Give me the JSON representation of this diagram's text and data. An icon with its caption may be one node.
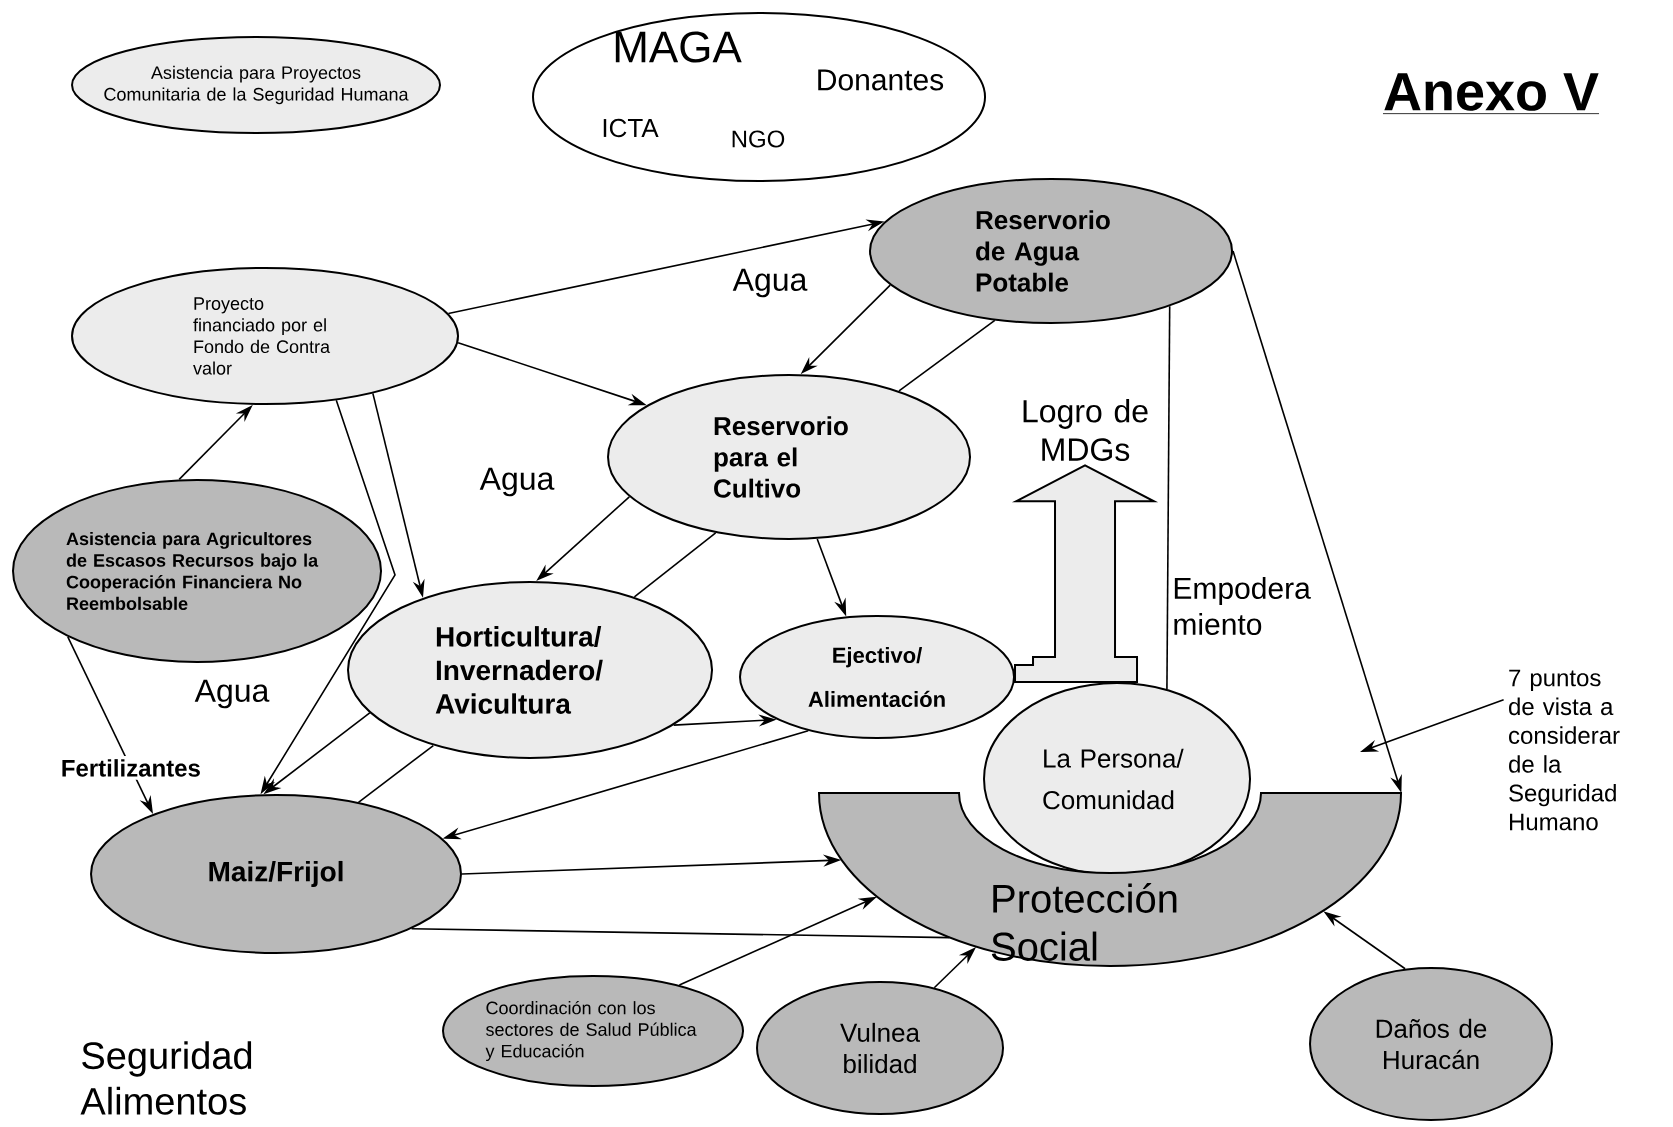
{
  "diagram": {
    "title": "Anexo V",
    "nodes": [
      {
        "text": [
          "Asistencia para Proyectos Comunitaria de la Seguridad Humana"
        ]
      },
      {
        "text": [
          "MAGA",
          "Donantes",
          "ICTA",
          "NGO"
        ]
      },
      {
        "text": [
          "Reservorio de Agua Potable"
        ]
      },
      {
        "text": [
          "Proyecto financiado por el Fondo de Contra valor"
        ]
      },
      {
        "text": [
          "Reservorio para el Cultivo"
        ]
      },
      {
        "text": [
          "Asistencia para Agricultores de Escasos Recursos bajo la Cooperación Financiera No Reembolsable"
        ]
      },
      {
        "text": [
          "Horticultura/ Invernadero/ Avicultura"
        ]
      },
      {
        "text": [
          "Ejectivo/ Alimentación"
        ]
      },
      {
        "text": [
          "La Persona/ Comunidad"
        ]
      },
      {
        "text": [
          "Protección Social"
        ]
      },
      {
        "text": [
          "Maiz/Frijol"
        ]
      },
      {
        "text": [
          "Coordinación con los sectores de Salud Pública y Educación"
        ]
      },
      {
        "text": [
          "Vulnea bilidad"
        ]
      },
      {
        "text": [
          "Daños de Huracán"
        ]
      },
      {
        "text": [
          "Logro de MDGs"
        ]
      },
      {
        "text": [
          "7 puntos de vista a considerar de la Seguridad Humano"
        ]
      }
    ],
    "edges": [
      {
        "from": 3,
        "to": 2,
        "arrow": "to"
      },
      {
        "from": 3,
        "to": 4,
        "arrow": "to"
      },
      {
        "from": 5,
        "to": 3,
        "arrow": "to"
      },
      {
        "from": 3,
        "to": 6,
        "arrow": "to"
      },
      {
        "from": 3,
        "to": 10,
        "arrow": "to"
      },
      {
        "from": 5,
        "to": 10,
        "arrow": "to",
        "label": "Fertilizantes"
      },
      {
        "from": 2,
        "to": 4,
        "arrow": "to"
      },
      {
        "from": 2,
        "to": 4,
        "arrow": "none"
      },
      {
        "from": 4,
        "to": 6,
        "arrow": "to"
      },
      {
        "from": 4,
        "to": 6,
        "arrow": "none"
      },
      {
        "from": 4,
        "to": 7,
        "arrow": "to"
      },
      {
        "from": 6,
        "to": 10,
        "arrow": "to"
      },
      {
        "from": 6,
        "to": 10,
        "arrow": "none"
      },
      {
        "from": 6,
        "to": 7,
        "arrow": "to"
      },
      {
        "from": 7,
        "to": 10,
        "arrow": "to"
      },
      {
        "from": 10,
        "to": 9,
        "arrow": "to"
      },
      {
        "from": 10,
        "to": 9,
        "arrow": "none"
      },
      {
        "from": 11,
        "to": 9,
        "arrow": "to"
      },
      {
        "from": 12,
        "to": 9,
        "arrow": "to"
      },
      {
        "from": 13,
        "to": 9,
        "arrow": "to"
      },
      {
        "from": 2,
        "to": 9,
        "arrow": "to"
      },
      {
        "from": 2,
        "to": 8,
        "arrow": "none"
      },
      {
        "from": 7,
        "to": 14,
        "arrow": "to",
        "style": "thick"
      },
      {
        "from": 8,
        "to": 14,
        "arrow": "to",
        "style": "thick"
      },
      {
        "from": 15,
        "to": null,
        "arrow": "to"
      }
    ],
    "labels": [
      "Agua",
      "Agua",
      "Empodera miento",
      "Agua",
      "Seguridad Alimentos"
    ]
  }
}
